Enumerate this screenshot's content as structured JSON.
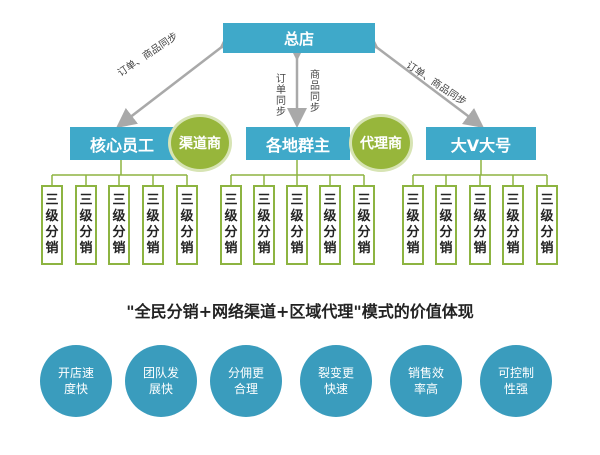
{
  "root": {
    "label": "总店"
  },
  "flows": {
    "left": "订单、商品同步",
    "right": "订单、商品同步",
    "down": "订单同步",
    "up": "商品同步"
  },
  "tiers": [
    {
      "label": "核心员工"
    },
    {
      "label": "各地群主"
    },
    {
      "label": "大V大号"
    }
  ],
  "channels": [
    {
      "label": "渠道商"
    },
    {
      "label": "代理商"
    }
  ],
  "leaf_label": "三级分销",
  "headline": "\"全民分销+网络渠道+区域代理\"模式的价值体现",
  "features": [
    {
      "label": "开店速度快"
    },
    {
      "label": "团队发展快"
    },
    {
      "label": "分佣更合理"
    },
    {
      "label": "裂变更快速"
    },
    {
      "label": "销售效率高"
    },
    {
      "label": "可控制性强"
    }
  ],
  "colors": {
    "blue": "#3fa9c9",
    "olive": "#97b63b",
    "leaf_border": "#8db441",
    "feature": "#3a9cbd"
  }
}
